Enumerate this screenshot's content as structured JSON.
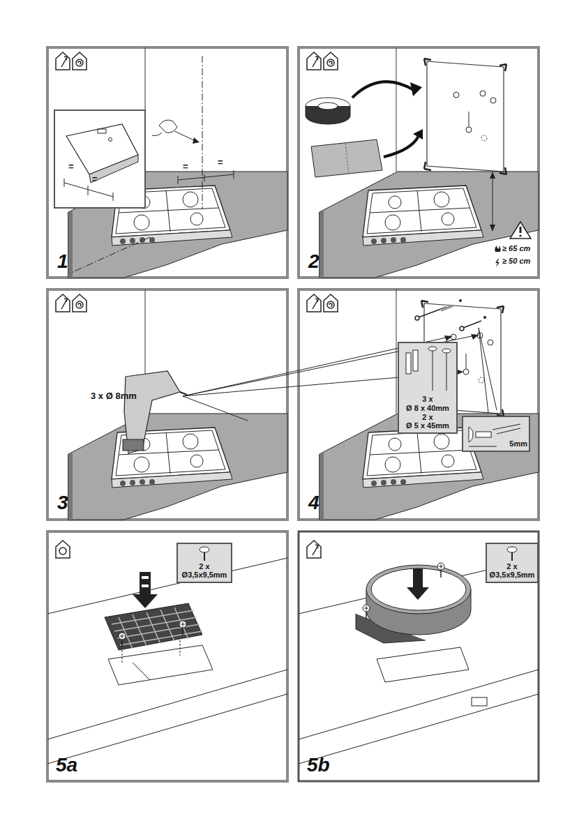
{
  "diagram": {
    "nodes": [
      {
        "text": [
          "3 x",
          "Ø 8 x 40mm",
          "2 x",
          "Ø 5 x 45mm"
        ]
      },
      {
        "text": [
          "5mm"
        ]
      },
      {
        "text": [
          "2 x",
          "Ø3,5x9,5mm"
        ]
      },
      {
        "text": [
          "2 x",
          "Ø3,5x9,5mm"
        ]
      }
    ],
    "labels": [
      "1",
      "=",
      "=",
      "=",
      "=",
      "2",
      "≥ 65 cm",
      "≥ 50 cm",
      "3",
      "3 x Ø 8mm",
      "4",
      "5a",
      "5b"
    ]
  }
}
